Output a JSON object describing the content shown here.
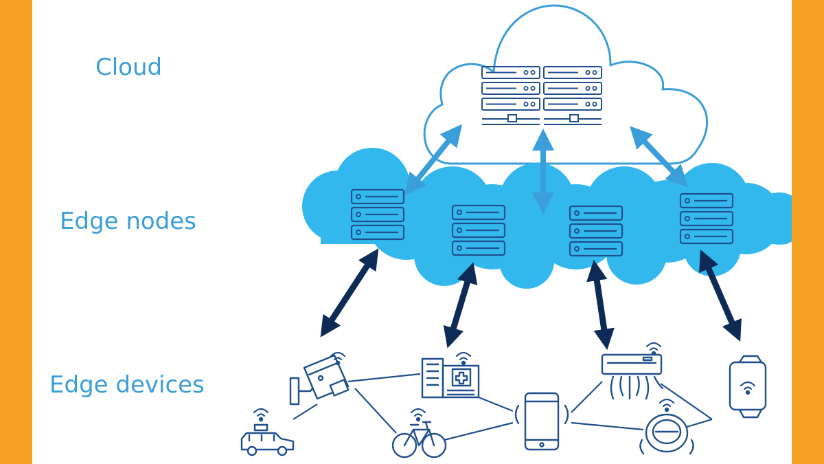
{
  "labels": {
    "cloud": "Cloud",
    "edge_nodes": "Edge nodes",
    "edge_devices": "Edge devices"
  },
  "colors": {
    "frame": "#f4a124",
    "background": "#ffffff",
    "label_text": "#3b9ed8",
    "cloud_outline": "#3b9ed8",
    "edge_cloud_fill": "#33b8ee",
    "icon_stroke": "#1f4f8c",
    "cloud_arrow": "#3a9edb",
    "device_arrow": "#0e2a57"
  },
  "nodes": {
    "cloud_servers": [
      "server-rack-icon",
      "server-rack-icon"
    ],
    "edge_servers": [
      "server-rack-icon",
      "server-rack-icon",
      "server-rack-icon",
      "server-rack-icon"
    ],
    "devices": [
      "security-camera-icon",
      "hospital-icon",
      "smartphone-icon",
      "air-conditioner-icon",
      "smartwatch-icon",
      "taxi-icon",
      "bicycle-icon",
      "robot-vacuum-icon"
    ]
  }
}
